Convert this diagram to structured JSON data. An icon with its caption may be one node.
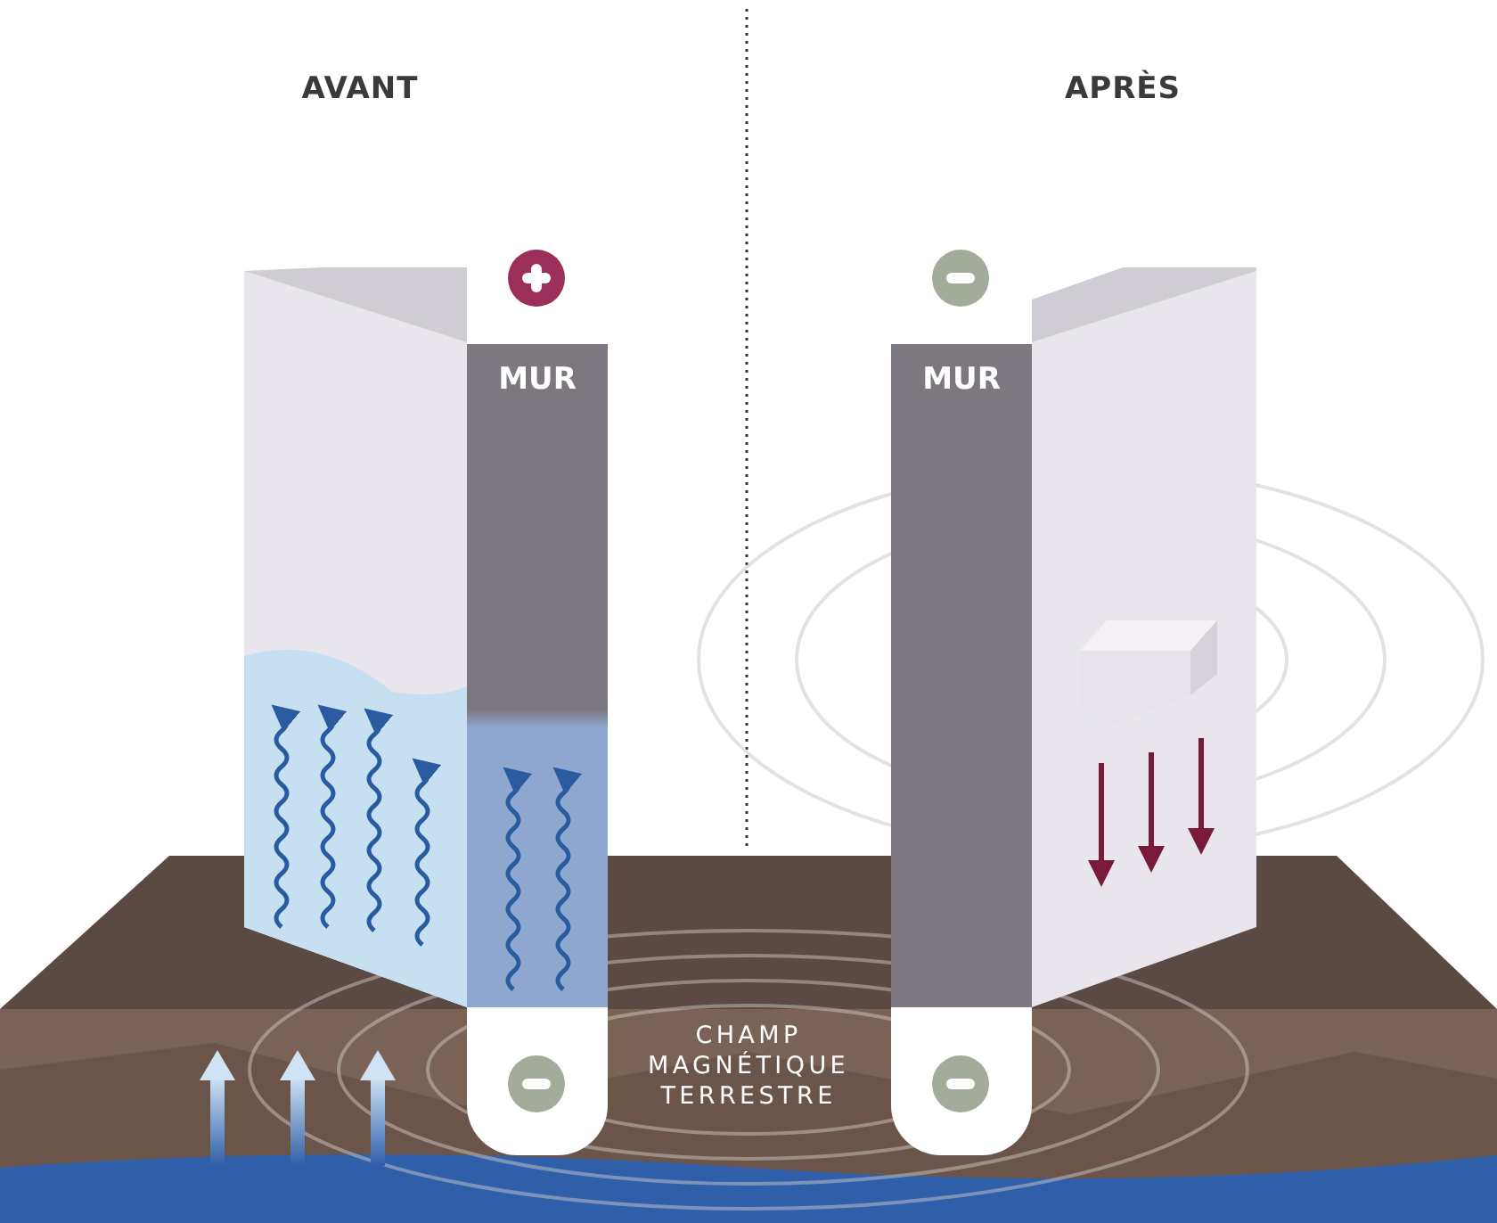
{
  "diagram": {
    "nodes": [
      {
        "text": [
          "MUR"
        ]
      },
      {
        "text": [
          "MUR"
        ]
      }
    ],
    "labels": [
      "AVANT",
      "APRÈS",
      "CHAMP MAGNÉTIQUE TERRESTRE"
    ]
  }
}
